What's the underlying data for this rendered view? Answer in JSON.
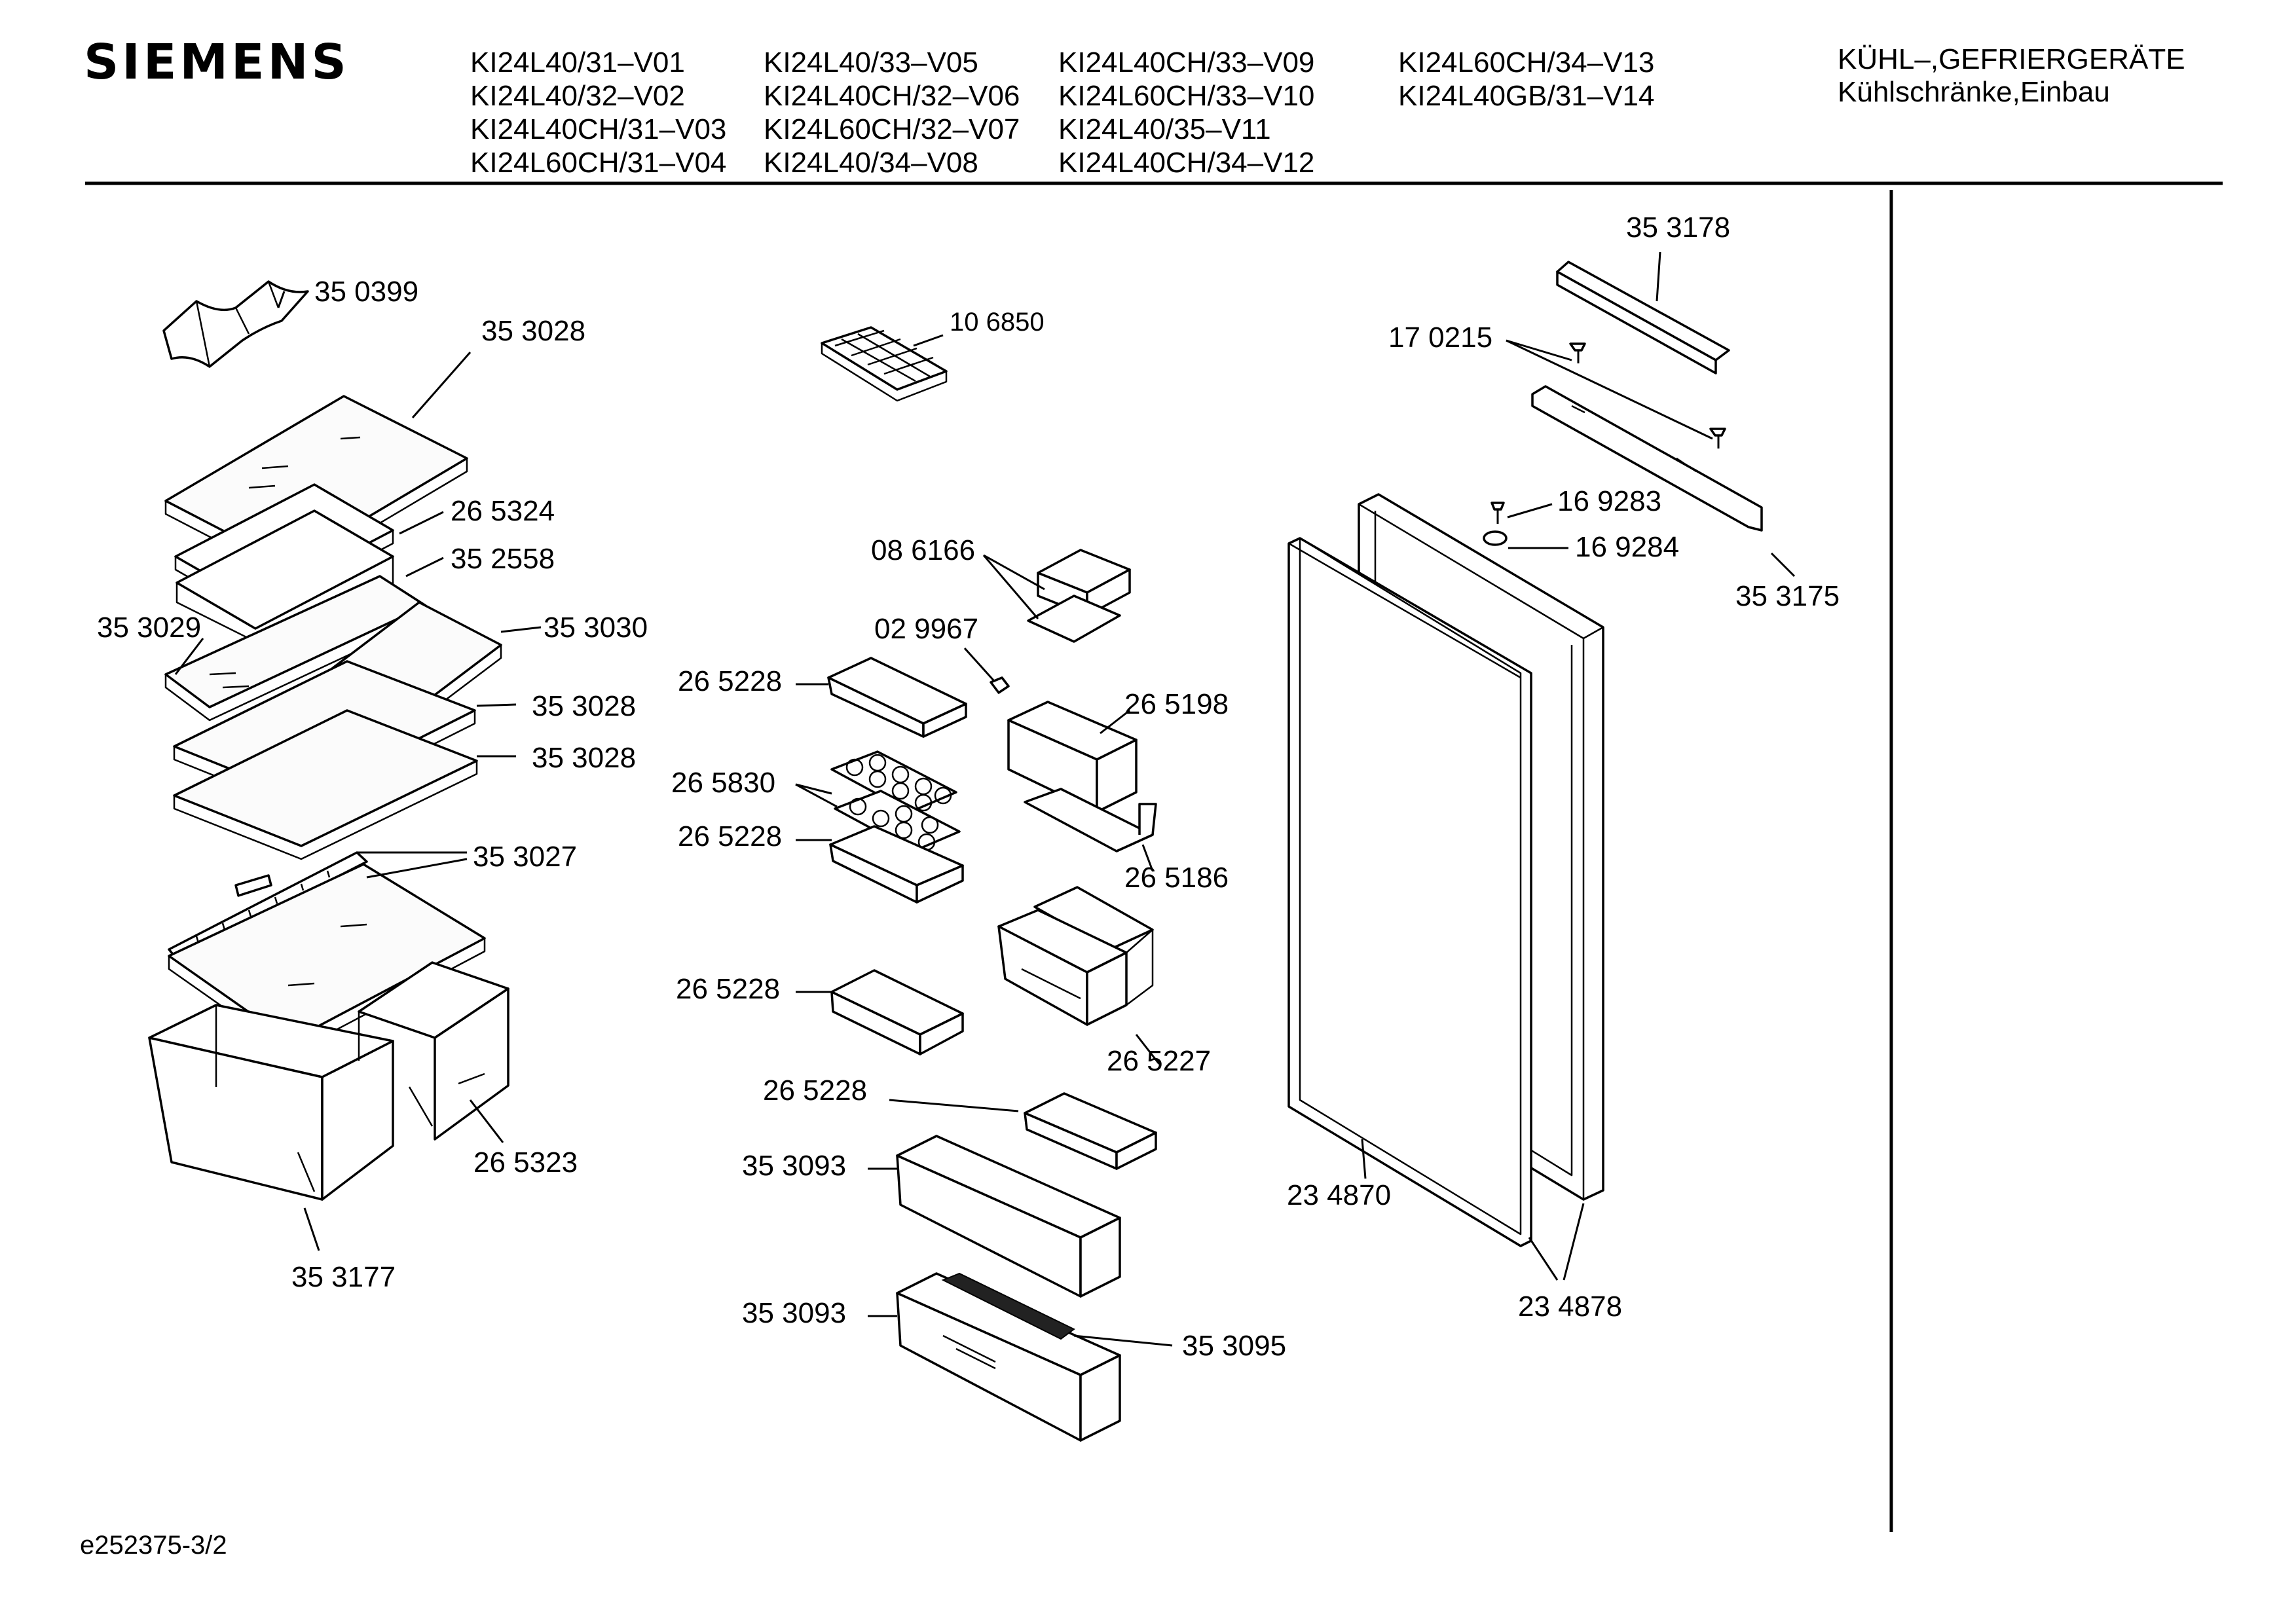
{
  "header": {
    "brand": "SIEMENS",
    "model_columns": [
      [
        "KI24L40/31–V01",
        "KI24L40/32–V02",
        "KI24L40CH/31–V03",
        "KI24L60CH/31–V04"
      ],
      [
        "KI24L40/33–V05",
        "KI24L40CH/32–V06",
        "KI24L60CH/32–V07",
        "KI24L40/34–V08"
      ],
      [
        "KI24L40CH/33–V09",
        "KI24L60CH/33–V10",
        "KI24L40/35–V11",
        "KI24L40CH/34–V12"
      ],
      [
        "KI24L60CH/34–V13",
        "KI24L40GB/31–V14"
      ]
    ],
    "category_line1": "KÜHL–,GEFRIERGERÄTE",
    "category_line2": "Kühlschränke,Einbau"
  },
  "footer": {
    "document_id": "e252375-3/2"
  },
  "parts": {
    "p350399": "35 0399",
    "p353028": "35 3028",
    "p265324": "26 5324",
    "p352558": "35 2558",
    "p353029": "35 3029",
    "p353030": "35 3030",
    "p353027": "35 3027",
    "p265323": "26 5323",
    "p353177": "35 3177",
    "p106850": "10 6850",
    "p086166": "08 6166",
    "p029967": "02 9967",
    "p265228": "26 5228",
    "p265198": "26 5198",
    "p265830": "26 5830",
    "p265186": "26 5186",
    "p265227": "26 5227",
    "p353093": "35 3093",
    "p353095": "35 3095",
    "p353178": "35 3178",
    "p170215": "17 0215",
    "p169283": "16 9283",
    "p169284": "16 9284",
    "p353175": "35 3175",
    "p234870": "23 4870",
    "p234878": "23 4878"
  }
}
